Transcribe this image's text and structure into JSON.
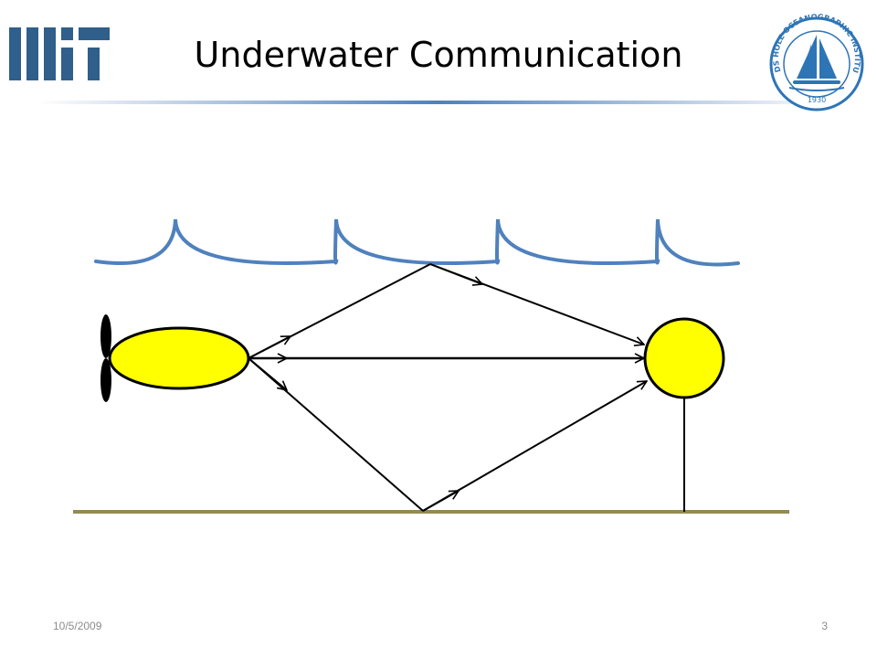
{
  "slide": {
    "title": "Underwater Communication",
    "date": "10/5/2009",
    "page_number": "3"
  },
  "logos": {
    "left": {
      "text": "MIT",
      "icon": "mit-logo"
    },
    "right": {
      "text": "WOODS HOLE OCEANOGRAPHIC INSTITUTION",
      "year": "1930",
      "icon": "whoi-logo"
    }
  },
  "colors": {
    "title_rule": "#4f81bd",
    "surface_waves": "#4f81bd",
    "sea_floor": "#948a54",
    "vehicle_fill": "#ffff00",
    "receiver_fill": "#ffff00",
    "mit_logo": "#2f5f8a",
    "whoi_logo": "#2e75b6",
    "footer_text": "#8c8c8c"
  },
  "diagram": {
    "elements": [
      "surface-waves",
      "sea-floor",
      "auv-vehicle",
      "propeller",
      "receiver-buoy",
      "mooring-line",
      "direct-path",
      "surface-reflection-path",
      "bottom-reflection-path"
    ]
  }
}
